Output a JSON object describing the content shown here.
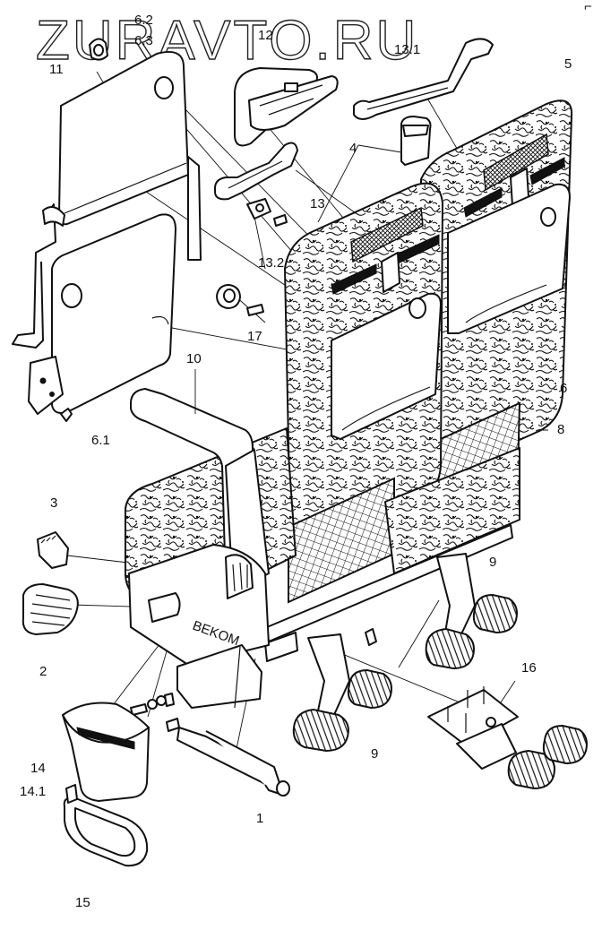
{
  "watermark": "ZURAVTO.RU",
  "corner_mark": "⌐",
  "callouts": {
    "p11": "11",
    "p6_2": "6.2",
    "p6_3": "6.3",
    "p12": "12",
    "p13_1": "13.1",
    "p5": "5",
    "p4": "4",
    "p13": "13",
    "p13_2": "13.2",
    "p17": "17",
    "p6_1": "6.1",
    "p10": "10",
    "p6": "6",
    "p8": "8",
    "p3": "3",
    "p2": "2",
    "p9a": "9",
    "p9b": "9",
    "p16": "16",
    "p14": "14",
    "p14_1": "14.1",
    "p1": "1",
    "p15": "15"
  },
  "armrest_badge": "BEKOM"
}
